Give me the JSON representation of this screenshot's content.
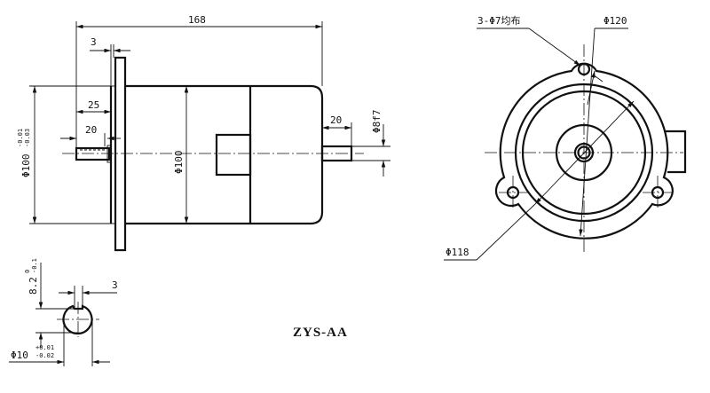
{
  "drawing": {
    "model": "ZYS-AA",
    "front_view": {
      "overall_length": "168",
      "flange_thickness": "3",
      "flange_offset": "25",
      "left_shaft_length": "20",
      "right_shaft_length": "20",
      "body_diameter": "Φ100",
      "pilot_diameter": "Φ100",
      "pilot_tolerance_upper": "-0.01",
      "pilot_tolerance_lower": "-0.03",
      "shaft_diameter": "Φ8f7"
    },
    "end_view": {
      "mounting_holes": "3-Φ7均布",
      "bolt_circle": "Φ120",
      "flange_diameter": "Φ118"
    },
    "shaft_section": {
      "flat_depth": "8.2",
      "flat_tolerance_upper": "0",
      "flat_tolerance_lower": "-0.1",
      "key_width": "3",
      "shaft_diameter": "Φ10",
      "shaft_tolerance_upper": "+0.01",
      "shaft_tolerance_lower": "-0.02"
    }
  }
}
